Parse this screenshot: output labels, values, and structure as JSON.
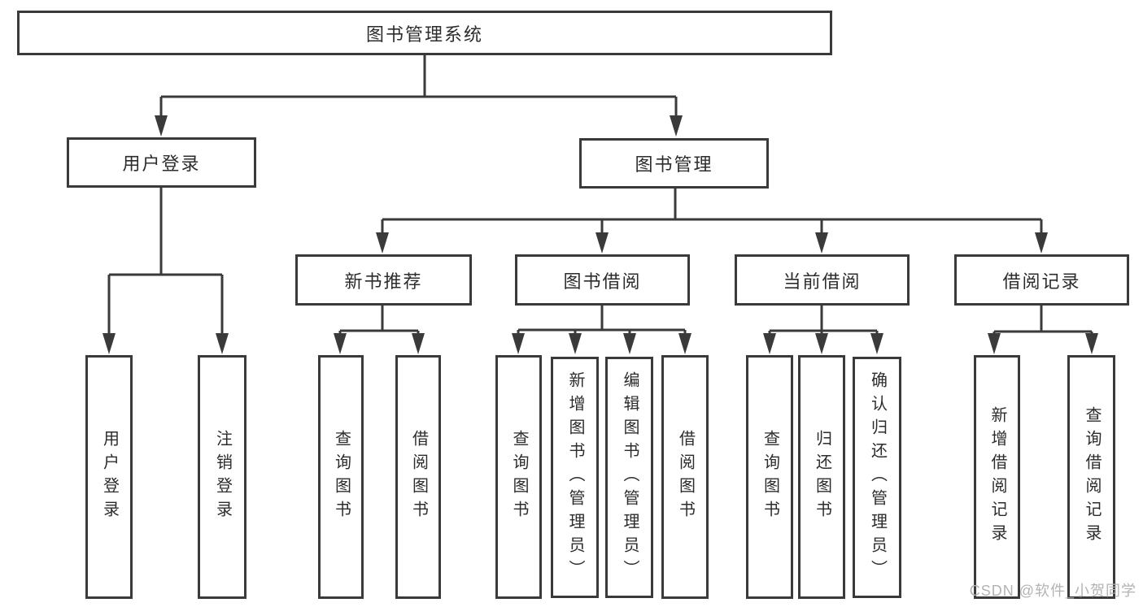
{
  "colors": {
    "line": "#3a3a3a",
    "box_border": "#3a3a3a",
    "text": "#2c2c2c",
    "watermark": "#b3b3b3",
    "background": "#ffffff"
  },
  "tree": {
    "label": "图书管理系统",
    "children": [
      {
        "label": "用户登录",
        "children": [
          {
            "label": "用户登录"
          },
          {
            "label": "注销登录"
          }
        ]
      },
      {
        "label": "图书管理",
        "children": [
          {
            "label": "新书推荐",
            "children": [
              {
                "label": "查询图书"
              },
              {
                "label": "借阅图书"
              }
            ]
          },
          {
            "label": "图书借阅",
            "children": [
              {
                "label": "查询图书"
              },
              {
                "label": "新增图书（管理员）"
              },
              {
                "label": "编辑图书（管理员）"
              },
              {
                "label": "借阅图书"
              }
            ]
          },
          {
            "label": "当前借阅",
            "children": [
              {
                "label": "查询图书"
              },
              {
                "label": "归还图书"
              },
              {
                "label": "确认归还（管理员）"
              }
            ]
          },
          {
            "label": "借阅记录",
            "children": [
              {
                "label": "新增借阅记录"
              },
              {
                "label": "查询借阅记录"
              }
            ]
          }
        ]
      }
    ]
  },
  "watermark": {
    "text": "CSDN @软件_小贺同学"
  }
}
